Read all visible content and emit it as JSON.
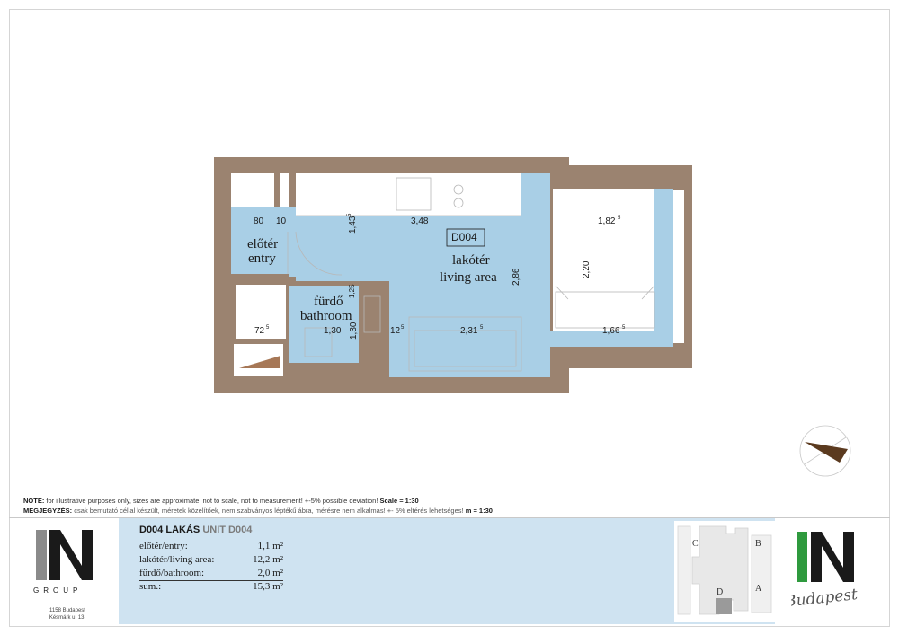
{
  "unit_code": "D004",
  "rooms": {
    "entry": {
      "hu": "előtér",
      "en": "entry"
    },
    "bathroom": {
      "hu": "fürdő",
      "en": "bathroom"
    },
    "living": {
      "hu": "lakótér",
      "en": "living area"
    }
  },
  "dimensions": {
    "d80": "80",
    "d10": "10",
    "d143": "1,43",
    "d143_sup": "5",
    "d348": "3,48",
    "d182": "1,82",
    "d182_sup": "5",
    "d220": "2,20",
    "d286": "2,86",
    "d125": "1,25",
    "d72": "72",
    "d72_sup": "5",
    "d130a": "1,30",
    "d130b": "1,30",
    "d12": "12",
    "d12_sup": "5",
    "d231": "2,31",
    "d231_sup": "5",
    "d166": "1,66",
    "d166_sup": "5"
  },
  "notes": {
    "en_label": "NOTE:",
    "en_text": " for illustrative purposes only, sizes are approximate, not to scale, not to measurement! +-5% possible deviation! ",
    "en_scale": "Scale = 1:30",
    "hu_label": "MEGJEGYZÉS:",
    "hu_text": " csak bemutató céllal készült, méretek közelítőek, nem szabványos léptékű ábra, mérésre nem alkalmas! +- 5% eltérés lehetséges! ",
    "hu_scale": "m = 1:30"
  },
  "company": {
    "logo_letters": "IN",
    "group_word": "GROUP",
    "address_line1": "1158 Budapest",
    "address_line2": "Késmárk u. 13.",
    "right_logo_script": "Budapest"
  },
  "unit_info": {
    "title_hu": "D004 LAKÁS",
    "title_en": "UNIT D004",
    "rows": [
      {
        "label": "előtér/entry:",
        "value": "1,1 m²"
      },
      {
        "label": "lakótér/living area:",
        "value": "12,2 m²"
      },
      {
        "label": "fürdő/bathroom:",
        "value": "2,0 m²"
      },
      {
        "label": "sum.:",
        "value": "15,3 m²"
      }
    ]
  },
  "keyplan": {
    "labels": [
      "C",
      "B",
      "A",
      "D"
    ]
  },
  "colors": {
    "wall": "#9b8370",
    "floor": "#a9cfe6",
    "info_bg": "#cfe3f1",
    "brand_green": "#2f9a3e",
    "compass_arrow": "#5b3a1f"
  }
}
